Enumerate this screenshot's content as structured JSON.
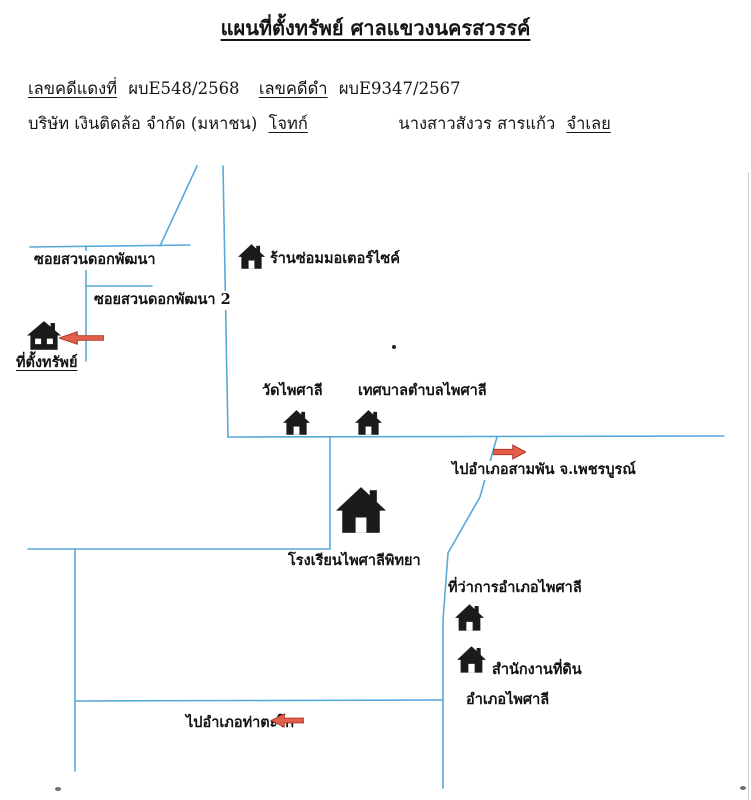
{
  "title": "แผนที่ตั้งทรัพย์ ศาลแขวงนครสวรรค์",
  "case_line": {
    "red_label": "เลขคดีแดงที่",
    "red_value": "ผบE548/2568",
    "black_label": "เลขคดีดำ",
    "black_value": "ผบE9347/2567"
  },
  "party_line": {
    "plaintiff_name": "บริษัท เงินติดล้อ จำกัด (มหาชน)",
    "plaintiff_role": "โจทก์",
    "defendant_name": "นางสาวสังวร สารแก้ว",
    "defendant_role": "จำเลย"
  },
  "map": {
    "labels": {
      "soi_1": "ซอยสวนดอกพัฒนา",
      "soi_2": "ซอยสวนดอกพัฒนา 2",
      "motorcycle_shop": "ร้านซ่อมมอเตอร์ไซค์",
      "property_location": "ที่ตั้งทรัพย์",
      "temple": "วัดไพศาลี",
      "municipality": "เทศบาลตำบลไพศาลี",
      "to_phetchabun": "ไปอำเภอสามพัน จ.เพชรบูรณ์",
      "school": "โรงเรียนไพศาลีพิทยา",
      "district_office": "ที่ว่าการอำเภอไพศาลี",
      "land_office_line1": "สำนักงานที่ดิน",
      "land_office_line2": "อำเภอไพศาลี",
      "to_tha_tako": "ไปอำเภอท่าตะโก"
    },
    "icons": {
      "house": "house-icon",
      "arrow_left": "arrow-left-icon",
      "arrow_right": "arrow-right-icon"
    },
    "colors": {
      "road_blue": "#58a8d8",
      "arrow_red": "#e2604b",
      "icon_black": "#1b1b1b"
    }
  }
}
